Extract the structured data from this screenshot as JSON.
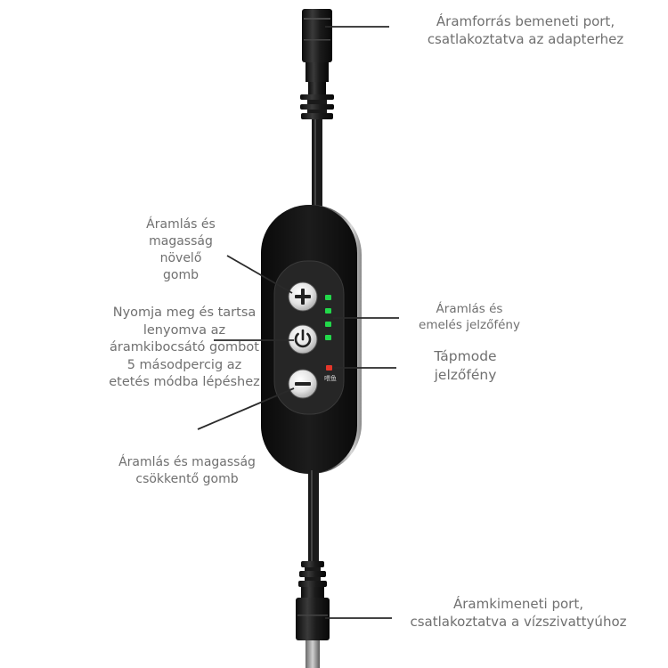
{
  "labels": {
    "input_port": "Áramforrás bemeneti port,\ncsatlakoztatva az adapterhez",
    "increase_button": "Áramlás és\nmagasság\nnövelő\ngomb",
    "power_button": "Nyomja meg és tartsa\nlenyomva az\náramkibocsátó gombot\n5 másodpercig az\netetés módba lépéshez",
    "decrease_button": "Áramlás és magasság\ncsökkentő gomb",
    "flow_indicator": "Áramlás és\nemelés jelzőfény",
    "mode_indicator": "Tápmode\njelzőfény",
    "output_port": "Áramkimeneti port,\ncsatlakoztatva a vízszivattyúhoz"
  },
  "device": {
    "mode_led_mark": "喂鱼",
    "flow_leds_on": 4,
    "colors": {
      "body": "#141414",
      "panel": "#2a2a2a",
      "rim": "#cfcfcf",
      "button": "#e6e6e6",
      "led_green": "#22d84a",
      "led_red": "#e5362a",
      "cable": "#1a1a1a",
      "leader_line": "#2a2a2a"
    }
  },
  "icons": {
    "plus": "plus-icon",
    "power": "power-icon",
    "minus": "minus-icon"
  }
}
